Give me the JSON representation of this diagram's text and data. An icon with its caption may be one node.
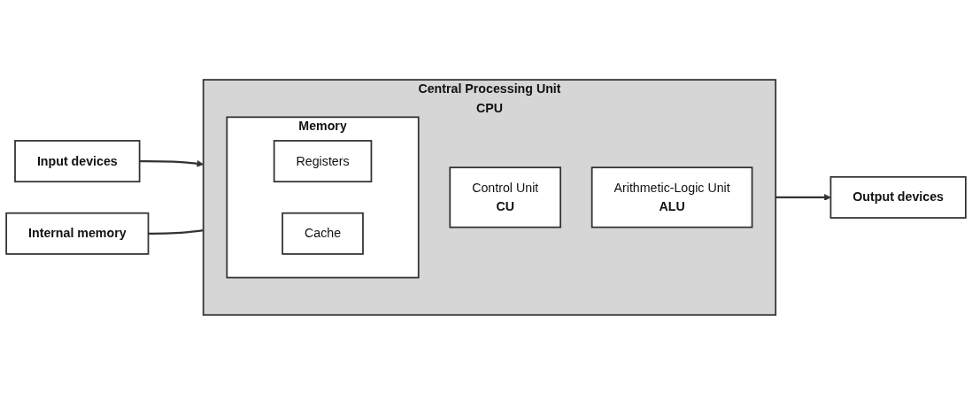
{
  "diagram": {
    "nodes": [
      {
        "text": [
          "Internal memory"
        ]
      },
      {
        "text": [
          "Central Processing Unit",
          "CPU"
        ]
      },
      {
        "text": [
          "Control Unit",
          "CU"
        ],
        "in": 1
      },
      {
        "text": [
          "Arithmetic-Logic Unit",
          "ALU"
        ],
        "in": 1
      },
      {
        "text": [
          "Memory"
        ],
        "in": 1
      },
      {
        "text": [
          "Registers"
        ],
        "in": 4
      },
      {
        "text": [
          "Cache"
        ],
        "in": 4
      },
      {
        "text": [
          "Input devices"
        ]
      },
      {
        "text": [
          "Output devices"
        ]
      }
    ],
    "edges": [
      {
        "from": 7,
        "to": 1,
        "arrow": "to"
      },
      {
        "from": 1,
        "to": 8,
        "arrow": "to"
      },
      {
        "from": 0,
        "to": 1,
        "arrow": "none"
      }
    ]
  }
}
